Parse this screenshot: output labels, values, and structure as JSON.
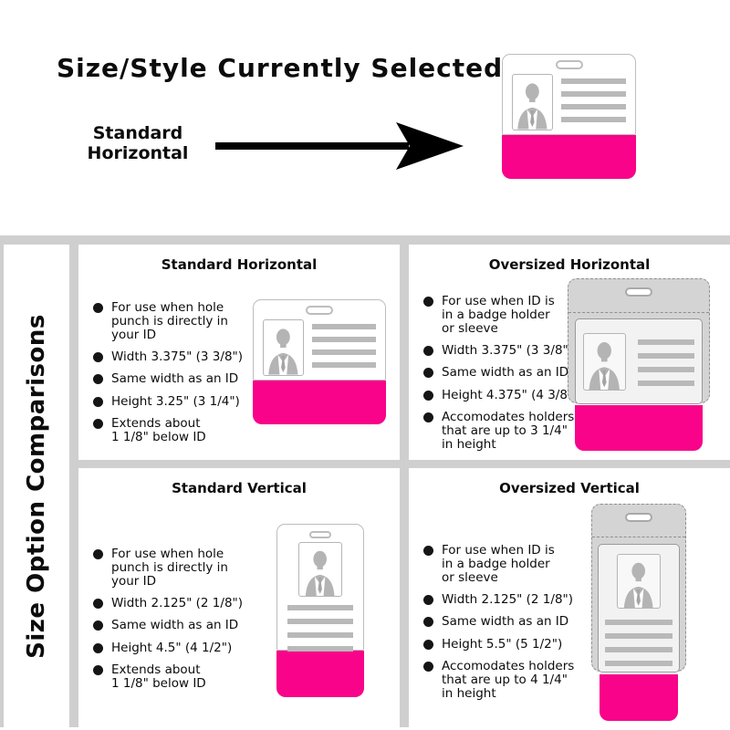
{
  "header": {
    "title": "Size/Style Currently Selected",
    "selected_style": "Standard\nHorizontal"
  },
  "sidebar": {
    "label": "Size Option Comparisons"
  },
  "colors": {
    "pink": "#F80389",
    "gutter": "#CFCFCF",
    "holder-gray": "#D4D4D4",
    "card-line-gray": "#B9B9B9"
  },
  "options": [
    {
      "title": "Standard Horizontal",
      "bullets": [
        "For use when hole\npunch is directly in\nyour ID",
        "Width 3.375\" (3 3/8\")",
        "Same width as an ID",
        "Height 3.25\" (3 1/4\")",
        "Extends about\n1 1/8\" below ID"
      ]
    },
    {
      "title": "Oversized Horizontal",
      "bullets": [
        "For use when ID is\nin a badge holder\nor sleeve",
        "Width 3.375\" (3 3/8\")",
        "Same width as an ID",
        "Height 4.375\" (4 3/8\")",
        "Accomodates holders\nthat are up to 3 1/4\"\nin height"
      ]
    },
    {
      "title": "Standard Vertical",
      "bullets": [
        "For use when hole\npunch is directly in\nyour ID",
        "Width 2.125\" (2 1/8\")",
        "Same width as an ID",
        "Height 4.5\" (4 1/2\")",
        "Extends about\n1 1/8\" below ID"
      ]
    },
    {
      "title": "Oversized Vertical",
      "bullets": [
        "For use when ID is\nin a badge holder\nor sleeve",
        "Width 2.125\" (2 1/8\")",
        "Same width as an ID",
        "Height 5.5\" (5 1/2\")",
        "Accomodates holders\nthat are up to 4 1/4\"\nin height"
      ]
    }
  ]
}
